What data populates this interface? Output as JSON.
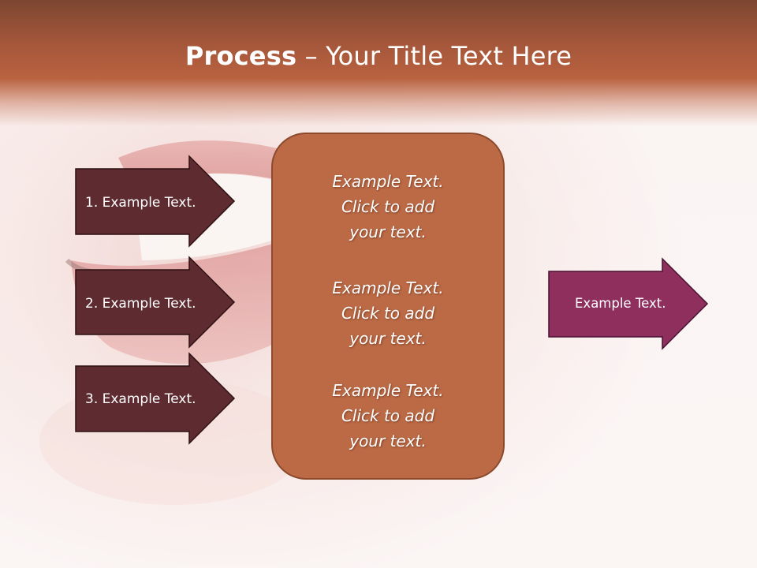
{
  "title": {
    "bold": "Process",
    "rest": " – Your Title Text Here"
  },
  "left_arrows": [
    {
      "label": "1. Example Text."
    },
    {
      "label": "2. Example Text."
    },
    {
      "label": "3. Example Text."
    }
  ],
  "center_box": {
    "items": [
      {
        "text": "Example Text.\nClick  to add\nyour text."
      },
      {
        "text": "Example Text.\nClick  to add\nyour text."
      },
      {
        "text": "Example Text.\nClick  to add\nyour text."
      }
    ]
  },
  "right_arrow": {
    "label": "Example Text."
  },
  "colors": {
    "header": "#b9623f",
    "left_arrow_fill": "#5e2c30",
    "center_box_fill": "#bb6a45",
    "right_arrow_fill": "#8e2f5e"
  },
  "background_image": "faded-smiling-mouth-photo"
}
